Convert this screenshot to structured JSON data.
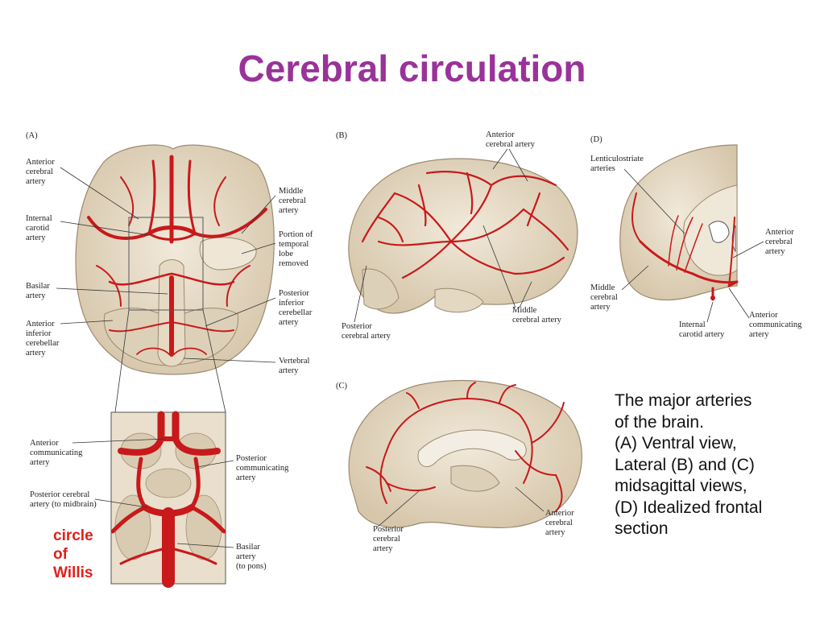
{
  "title": "Cerebral circulation",
  "panels": {
    "a": "(A)",
    "b": "(B)",
    "c": "(C)",
    "d": "(D)"
  },
  "panel_a_labels": {
    "anterior_cerebral": "Anterior\ncerebral\nartery",
    "internal_carotid": "Internal\ncarotid\nartery",
    "basilar": "Basilar\nartery",
    "anterior_inferior_cerebellar": "Anterior\ninferior\ncerebellar\nartery",
    "middle_cerebral": "Middle\ncerebral\nartery",
    "temporal_lobe": "Portion of\ntemporal\nlobe\nremoved",
    "posterior_inferior_cerebellar": "Posterior\ninferior\ncerebellar\nartery",
    "vertebral": "Vertebral\nartery"
  },
  "inset_labels": {
    "anterior_communicating": "Anterior\ncommunicating\nartery",
    "posterior_cerebral_midbrain": "Posterior cerebral\nartery (to midbrain)",
    "posterior_communicating": "Posterior\ncommunicating\nartery",
    "basilar_pons": "Basilar\nartery\n(to pons)"
  },
  "panel_b_labels": {
    "anterior_cerebral": "Anterior\ncerebral artery",
    "posterior_cerebral": "Posterior\ncerebral artery",
    "middle_cerebral": "Middle\ncerebral artery"
  },
  "panel_c_labels": {
    "posterior_cerebral": "Posterior\ncerebral\nartery",
    "anterior_cerebral": "Anterior\ncerebral\nartery"
  },
  "panel_d_labels": {
    "lenticulostriate": "Lenticulostriate\narteries",
    "anterior_cerebral": "Anterior\ncerebral\nartery",
    "middle_cerebral": "Middle\ncerebral\nartery",
    "internal_carotid": "Internal\ncarotid artery",
    "anterior_communicating": "Anterior\ncommunicating\nartery"
  },
  "circle_of_willis": [
    "circle",
    "of",
    "Willis"
  ],
  "caption": [
    "The major arteries",
    "of the brain.",
    "(A) Ventral view,",
    "Lateral (B) and (C)",
    "midsagittal views,",
    "(D) Idealized frontal",
    "section"
  ],
  "colors": {
    "title": "#993399",
    "artery": "#c8191b",
    "brain": "#e8ddc9",
    "circle_of_willis": "#e0201c"
  }
}
